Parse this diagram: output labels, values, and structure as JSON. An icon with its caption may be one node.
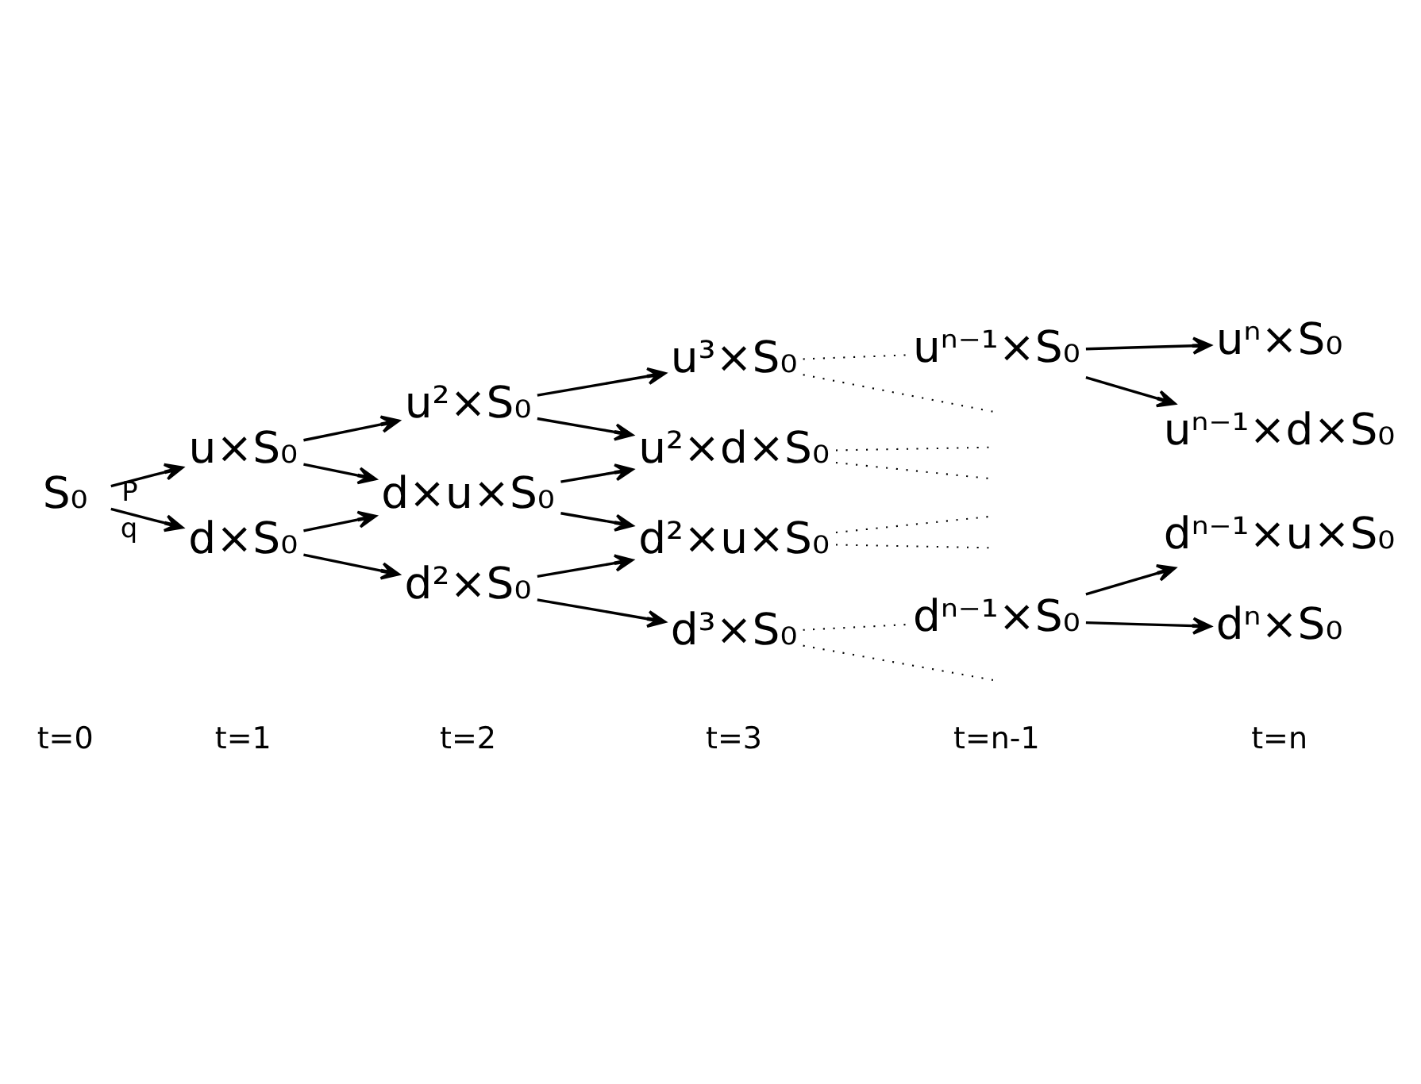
{
  "diagram": {
    "nodes": [
      {
        "text": [
          "S₀"
        ]
      },
      {
        "text": [
          "u×S₀"
        ]
      },
      {
        "text": [
          "d×S₀"
        ]
      },
      {
        "text": [
          "u²×S₀"
        ]
      },
      {
        "text": [
          "d×u×S₀"
        ]
      },
      {
        "text": [
          "d²×S₀"
        ]
      },
      {
        "text": [
          "u³×S₀"
        ]
      },
      {
        "text": [
          "u²×d×S₀"
        ]
      },
      {
        "text": [
          "d²×u×S₀"
        ]
      },
      {
        "text": [
          "d³×S₀"
        ]
      },
      {
        "text": [
          "uⁿ⁻¹×S₀"
        ]
      },
      {
        "text": [
          "dⁿ⁻¹×S₀"
        ]
      },
      {
        "text": [
          "uⁿ×S₀"
        ]
      },
      {
        "text": [
          "uⁿ⁻¹×d×S₀"
        ]
      },
      {
        "text": [
          "dⁿ⁻¹×u×S₀"
        ]
      },
      {
        "text": [
          "dⁿ×S₀"
        ]
      }
    ],
    "edges": [
      {
        "from": 0,
        "to": 1,
        "arrow": "to",
        "label": "P"
      },
      {
        "from": 0,
        "to": 2,
        "arrow": "to",
        "label": "q"
      },
      {
        "from": 1,
        "to": 3,
        "arrow": "to"
      },
      {
        "from": 1,
        "to": 4,
        "arrow": "to"
      },
      {
        "from": 2,
        "to": 4,
        "arrow": "to"
      },
      {
        "from": 2,
        "to": 5,
        "arrow": "to"
      },
      {
        "from": 3,
        "to": 6,
        "arrow": "to"
      },
      {
        "from": 3,
        "to": 7,
        "arrow": "to"
      },
      {
        "from": 4,
        "to": 7,
        "arrow": "to"
      },
      {
        "from": 4,
        "to": 8,
        "arrow": "to"
      },
      {
        "from": 5,
        "to": 8,
        "arrow": "to"
      },
      {
        "from": 5,
        "to": 9,
        "arrow": "to"
      },
      {
        "from": 6,
        "to": 10,
        "arrow": "none",
        "style": "dashed"
      },
      {
        "from": 6,
        "to": null,
        "arrow": "none",
        "style": "dashed"
      },
      {
        "from": 7,
        "to": null,
        "arrow": "none",
        "style": "dashed"
      },
      {
        "from": 7,
        "to": null,
        "arrow": "none",
        "style": "dashed"
      },
      {
        "from": 8,
        "to": null,
        "arrow": "none",
        "style": "dashed"
      },
      {
        "from": 8,
        "to": null,
        "arrow": "none",
        "style": "dashed"
      },
      {
        "from": 9,
        "to": null,
        "arrow": "none",
        "style": "dashed"
      },
      {
        "from": 9,
        "to": 11,
        "arrow": "none",
        "style": "dashed"
      },
      {
        "from": 10,
        "to": 12,
        "arrow": "to"
      },
      {
        "from": 10,
        "to": 13,
        "arrow": "to"
      },
      {
        "from": 11,
        "to": 14,
        "arrow": "to"
      },
      {
        "from": 11,
        "to": 15,
        "arrow": "to"
      }
    ],
    "labels": [
      "t=0",
      "t=1",
      "t=2",
      "t=3",
      "t=n-1",
      "t=n"
    ]
  }
}
